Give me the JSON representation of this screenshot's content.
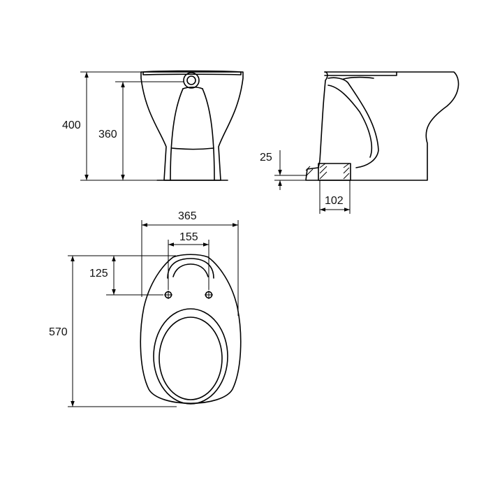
{
  "dimensions": {
    "total_height": "400",
    "outlet_height": "360",
    "width": "365",
    "fixing_spacing": "155",
    "fixing_offset": "125",
    "length": "570",
    "outlet_offset": "25",
    "outlet_diameter": "102"
  },
  "colors": {
    "line": "#000000",
    "background": "#ffffff"
  }
}
